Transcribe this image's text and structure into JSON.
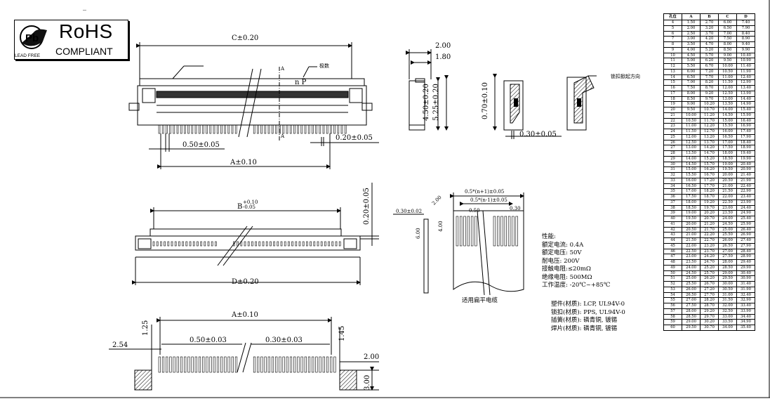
{
  "rohs": {
    "title": "RoHS",
    "subtitle": "COMPLIANT",
    "lead_free": "LEAD FREE",
    "logo_letter": "Pb",
    "dash": "_"
  },
  "top_view": {
    "dim_c": "C±0.20",
    "dim_pitch": "0.50±0.05",
    "dim_a": "A±0.10",
    "dim_020": "0.20±0.05",
    "section_a": "A",
    "np_label": "n P",
    "pin_count_label": "极数"
  },
  "side_view": {
    "dim_200": "2.00",
    "dim_180": "1.80",
    "dim_450": "4.50±0.20",
    "dim_525": "5.25±0.20"
  },
  "section_view": {
    "dim_070": "0.70±0.10",
    "dim_030": "0.30±0.05",
    "lock_label": "锁扣掀起方向"
  },
  "mid_view": {
    "dim_b": "B",
    "dim_b_tol_top": "+0.10",
    "dim_b_tol_bot": "-0.05",
    "dim_d": "D±0.20",
    "dim_020v": "0.20±0.05"
  },
  "footprint": {
    "dim_a": "A±0.10",
    "dim_050": "0.50±0.03",
    "dim_030": "0.30±0.03",
    "dim_254": "2.54",
    "dim_125": "1.25",
    "dim_145": "1.45",
    "dim_200": "2.00",
    "dim_300": "3.00"
  },
  "fpc_view": {
    "dim_top1": "0.5*(n+1)±0.05",
    "dim_top2": "0.5*(n-1)±0.05",
    "dim_050": "0.50",
    "dim_030": "0.30",
    "dim_030_002": "0.30±0.02",
    "dim_200": "2.00",
    "dim_600": "6.00",
    "dim_400": "4.00",
    "caption": "适用扁平电缆"
  },
  "specs": {
    "heading": "性能:",
    "lines": [
      "额定电流: 0.4A",
      "额定电压: 50V",
      "耐电压: 200V",
      "接触电阻:≤20mΩ",
      "绝缘电阻: 500MΩ",
      "工作温度: -20℃~+85℃"
    ],
    "materials": [
      "塑件(材质): LCP, UL94V-0",
      "锁扣(材质): PPS, UL94V-0",
      "插簧(材质): 磷青铜, 镀锡",
      "焊片(材质): 磷青铜, 镀锡"
    ]
  },
  "pin_table": {
    "headers": [
      "孔位",
      "A",
      "B",
      "C",
      "D"
    ],
    "rows": [
      [
        "4",
        "1.50",
        "2.70",
        "6.00",
        "7.40"
      ],
      [
        "5",
        "2.00",
        "3.20",
        "6.50",
        "7.90"
      ],
      [
        "6",
        "2.50",
        "3.70",
        "7.00",
        "8.40"
      ],
      [
        "7",
        "3.00",
        "4.20",
        "7.50",
        "8.90"
      ],
      [
        "8",
        "3.50",
        "4.70",
        "8.00",
        "9.40"
      ],
      [
        "9",
        "4.00",
        "5.20",
        "8.50",
        "9.90"
      ],
      [
        "10",
        "4.50",
        "5.70",
        "9.00",
        "10.40"
      ],
      [
        "11",
        "5.00",
        "6.20",
        "9.50",
        "10.90"
      ],
      [
        "12",
        "5.50",
        "6.70",
        "10.00",
        "11.40"
      ],
      [
        "13",
        "6.00",
        "7.20",
        "10.50",
        "11.90"
      ],
      [
        "14",
        "6.50",
        "7.70",
        "11.00",
        "12.40"
      ],
      [
        "15",
        "7.00",
        "8.20",
        "11.50",
        "12.90"
      ],
      [
        "16",
        "7.50",
        "8.70",
        "12.00",
        "13.40"
      ],
      [
        "17",
        "8.00",
        "9.20",
        "12.50",
        "13.90"
      ],
      [
        "18",
        "8.50",
        "9.70",
        "13.00",
        "14.40"
      ],
      [
        "19",
        "9.00",
        "10.20",
        "13.50",
        "14.90"
      ],
      [
        "20",
        "9.50",
        "10.70",
        "14.00",
        "15.40"
      ],
      [
        "21",
        "10.00",
        "11.20",
        "14.50",
        "15.90"
      ],
      [
        "22",
        "10.50",
        "11.70",
        "15.00",
        "16.40"
      ],
      [
        "23",
        "11.00",
        "12.20",
        "15.50",
        "16.90"
      ],
      [
        "24",
        "11.50",
        "12.70",
        "16.00",
        "17.40"
      ],
      [
        "25",
        "12.00",
        "13.20",
        "16.50",
        "17.90"
      ],
      [
        "26",
        "12.50",
        "13.70",
        "17.00",
        "18.40"
      ],
      [
        "27",
        "13.00",
        "14.20",
        "17.50",
        "18.90"
      ],
      [
        "28",
        "13.50",
        "14.70",
        "18.00",
        "19.40"
      ],
      [
        "29",
        "14.00",
        "15.20",
        "18.50",
        "19.90"
      ],
      [
        "30",
        "14.50",
        "15.70",
        "19.00",
        "20.40"
      ],
      [
        "31",
        "15.00",
        "16.20",
        "19.50",
        "20.90"
      ],
      [
        "32",
        "15.50",
        "16.70",
        "20.00",
        "21.40"
      ],
      [
        "33",
        "16.00",
        "17.20",
        "20.50",
        "21.90"
      ],
      [
        "34",
        "16.50",
        "17.70",
        "21.00",
        "22.40"
      ],
      [
        "35",
        "17.00",
        "18.20",
        "21.50",
        "22.90"
      ],
      [
        "36",
        "17.50",
        "18.70",
        "22.00",
        "23.40"
      ],
      [
        "37",
        "18.00",
        "19.20",
        "22.50",
        "23.90"
      ],
      [
        "38",
        "18.50",
        "19.70",
        "23.00",
        "24.40"
      ],
      [
        "39",
        "19.00",
        "20.20",
        "23.50",
        "24.90"
      ],
      [
        "40",
        "19.50",
        "20.70",
        "24.00",
        "25.40"
      ],
      [
        "41",
        "20.00",
        "21.20",
        "24.50",
        "25.90"
      ],
      [
        "42",
        "20.50",
        "21.70",
        "25.00",
        "26.40"
      ],
      [
        "43",
        "21.00",
        "22.20",
        "25.50",
        "26.90"
      ],
      [
        "44",
        "21.50",
        "22.70",
        "26.00",
        "27.40"
      ],
      [
        "45",
        "22.00",
        "23.20",
        "26.50",
        "27.90"
      ],
      [
        "46",
        "22.50",
        "23.70",
        "27.00",
        "28.40"
      ],
      [
        "47",
        "23.00",
        "24.20",
        "27.50",
        "28.90"
      ],
      [
        "48",
        "23.50",
        "24.70",
        "28.00",
        "29.40"
      ],
      [
        "49",
        "24.00",
        "25.20",
        "28.50",
        "29.90"
      ],
      [
        "50",
        "24.50",
        "25.70",
        "29.00",
        "30.40"
      ],
      [
        "51",
        "25.00",
        "26.20",
        "29.50",
        "30.90"
      ],
      [
        "52",
        "25.50",
        "26.70",
        "30.00",
        "31.40"
      ],
      [
        "53",
        "26.00",
        "27.20",
        "30.50",
        "31.90"
      ],
      [
        "54",
        "26.50",
        "27.70",
        "31.00",
        "32.40"
      ],
      [
        "55",
        "27.00",
        "28.20",
        "31.50",
        "32.90"
      ],
      [
        "56",
        "27.50",
        "28.70",
        "32.00",
        "33.40"
      ],
      [
        "57",
        "28.00",
        "29.20",
        "32.50",
        "33.90"
      ],
      [
        "58",
        "28.50",
        "29.70",
        "33.00",
        "34.40"
      ],
      [
        "59",
        "29.00",
        "30.20",
        "33.50",
        "34.90"
      ],
      [
        "60",
        "29.50",
        "30.70",
        "34.00",
        "35.40"
      ]
    ]
  }
}
